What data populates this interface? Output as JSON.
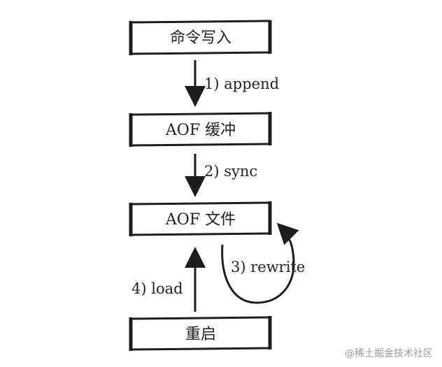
{
  "nodes": {
    "command_write": "命令写入",
    "aof_buffer": "AOF 缓冲",
    "aof_file": "AOF 文件",
    "restart": "重启"
  },
  "edges": {
    "append": "1) append",
    "sync": "2) sync",
    "rewrite": "3) rewrite",
    "load": "4) load"
  },
  "watermark": "@稀土掘金技术社区",
  "colors": {
    "stroke": "#1d1d1d",
    "text": "#222222",
    "watermark": "#9a9a9a"
  }
}
